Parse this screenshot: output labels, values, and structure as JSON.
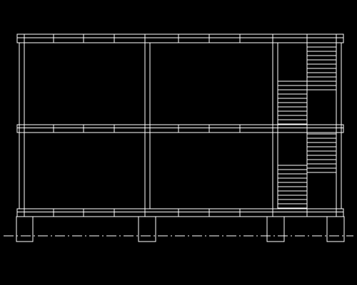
{
  "colors": {
    "background": "#000000",
    "linework": "#ffffff"
  },
  "drawing": {
    "view": "section",
    "storeys": 2,
    "column_lines": 4,
    "stair_flights": 4,
    "ground_line": "dash-dot"
  }
}
